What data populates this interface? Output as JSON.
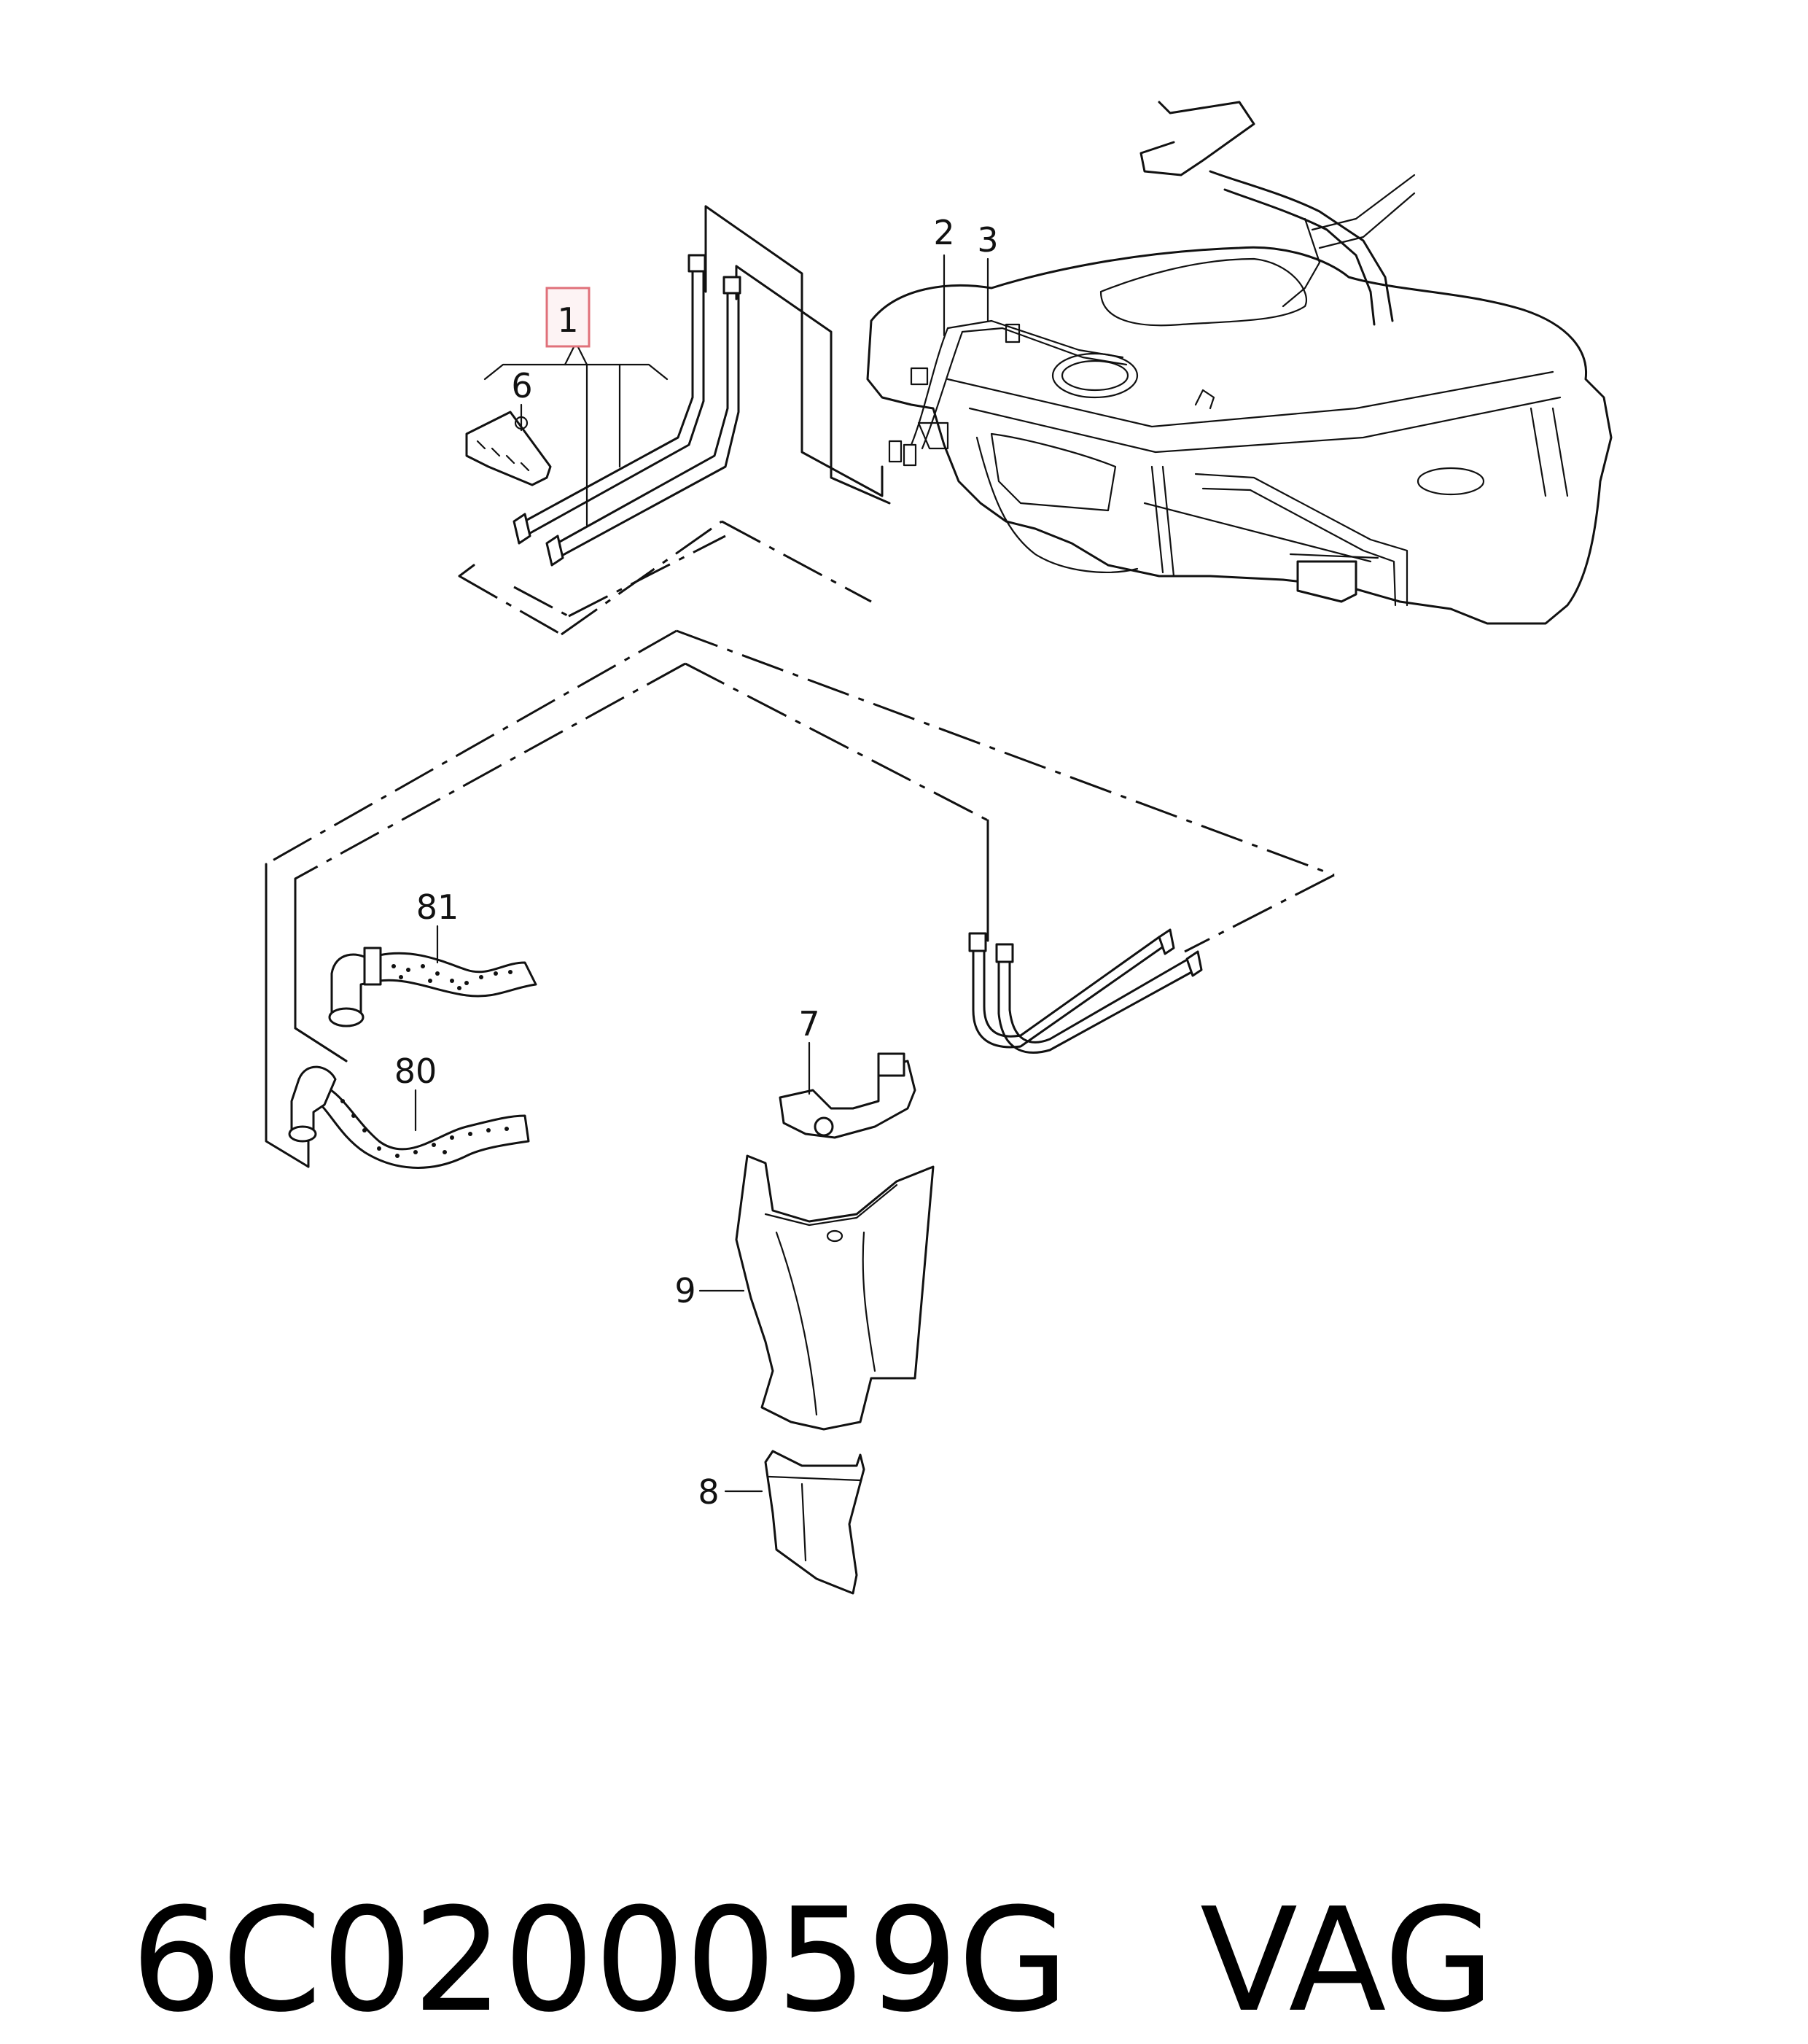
{
  "callouts": {
    "c1": "1",
    "c2": "2",
    "c3": "3",
    "c6": "6",
    "c7": "7",
    "c8": "8",
    "c9": "9",
    "c80": "80",
    "c81": "81"
  },
  "highlight_color": "#e0707a",
  "footer": {
    "part_number": "6C0200059G",
    "brand": "VAG"
  }
}
